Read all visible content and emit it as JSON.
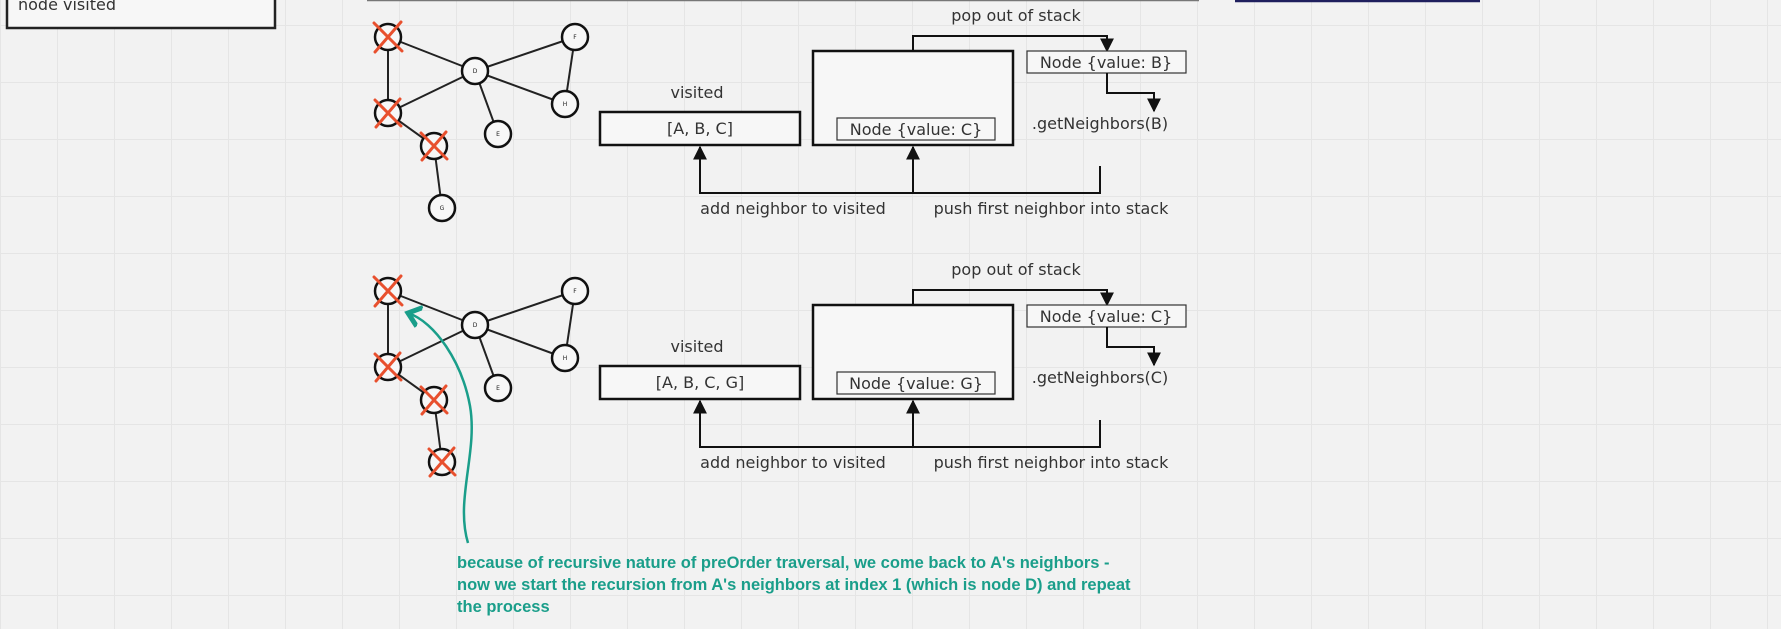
{
  "legend": {
    "text": "node visited"
  },
  "graph_nodes": [
    "A",
    "B",
    "C",
    "D",
    "E",
    "F",
    "G",
    "H"
  ],
  "panels": [
    {
      "visited_title": "visited",
      "visited_value": "[A, B, C]",
      "stack_top": "Node {value: C}",
      "popped_node": "Node {value: B}",
      "pop_label": "pop out of stack",
      "get_neighbors": ".getNeighbors(B)",
      "add_label": "add neighbor to visited",
      "push_label": "push first neighbor into stack",
      "crossed_nodes": [
        "A",
        "B",
        "C"
      ]
    },
    {
      "visited_title": "visited",
      "visited_value": "[A, B, C, G]",
      "stack_top": "Node {value: G}",
      "popped_node": "Node {value: C}",
      "pop_label": "pop out of stack",
      "get_neighbors": ".getNeighbors(C)",
      "add_label": "add neighbor to visited",
      "push_label": "push first neighbor into stack",
      "crossed_nodes": [
        "A",
        "B",
        "C",
        "G"
      ]
    }
  ],
  "note": {
    "lines": [
      "because of recursive nature of preOrder traversal, we come back to A's neighbors -",
      "now we start the recursion from A's neighbors at index 1 (which is node D) and repeat",
      "the process"
    ]
  },
  "colors": {
    "cross": "#e8502e",
    "note": "#1a9e8a",
    "stroke": "#111111",
    "navy": "#1f1f5e"
  }
}
